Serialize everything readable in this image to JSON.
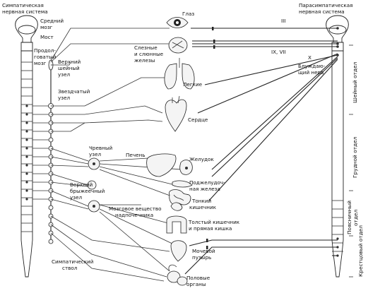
{
  "labels": {
    "symp_title_1": "Симпатическая",
    "symp_title_2": "нервная система",
    "para_title_1": "Парасимпатическая",
    "para_title_2": "нервная система",
    "midbrain_1": "Средний",
    "midbrain_2": "мозг",
    "pons": "Мост",
    "medulla_1": "Продол-",
    "medulla_2": "говатый",
    "medulla_3": "мозг",
    "sup_cervical_1": "Верхний",
    "sup_cervical_2": "шейный",
    "sup_cervical_3": "узел",
    "stellate_1": "Звездчатый",
    "stellate_2": "узел",
    "celiac_1": "Чревный",
    "celiac_2": "узел",
    "sup_mesenteric_1": "Верхний",
    "sup_mesenteric_2": "брыжеечный",
    "sup_mesenteric_3": "узел",
    "symp_trunk_1": "Симпатический",
    "symp_trunk_2": "ствол",
    "eye": "Глаз",
    "glands_1": "Слезные",
    "glands_2": "и слюнные",
    "glands_3": "железы",
    "lungs": "Легкие",
    "heart": "Сердце",
    "liver": "Печень",
    "stomach": "Желудок",
    "pancreas_1": "Поджелудоч-",
    "pancreas_2": "ная железа",
    "small_int_1": "Тонкий",
    "small_int_2": "кишечник",
    "adrenal_1": "Мозговое вещество",
    "adrenal_2": "надпочечника",
    "colon_1": "Толстый кишечник",
    "colon_2": "и прямая кишка",
    "bladder_1": "Мочевой",
    "bladder_2": "пузырь",
    "genital_1": "Половые",
    "genital_2": "органы",
    "cn_iii": "III",
    "cn_ix_vii": "IX, VII",
    "cn_x": "X",
    "vagus_1": "Блуждаю-",
    "vagus_2": "щий нерв",
    "cervical_section": "Шейный отдел",
    "thoracic_section": "Грудной отдел",
    "lumbar_section_1": "Поясничный",
    "lumbar_section_2": "отдел",
    "sacral_section": "Крестцовый отдел"
  }
}
